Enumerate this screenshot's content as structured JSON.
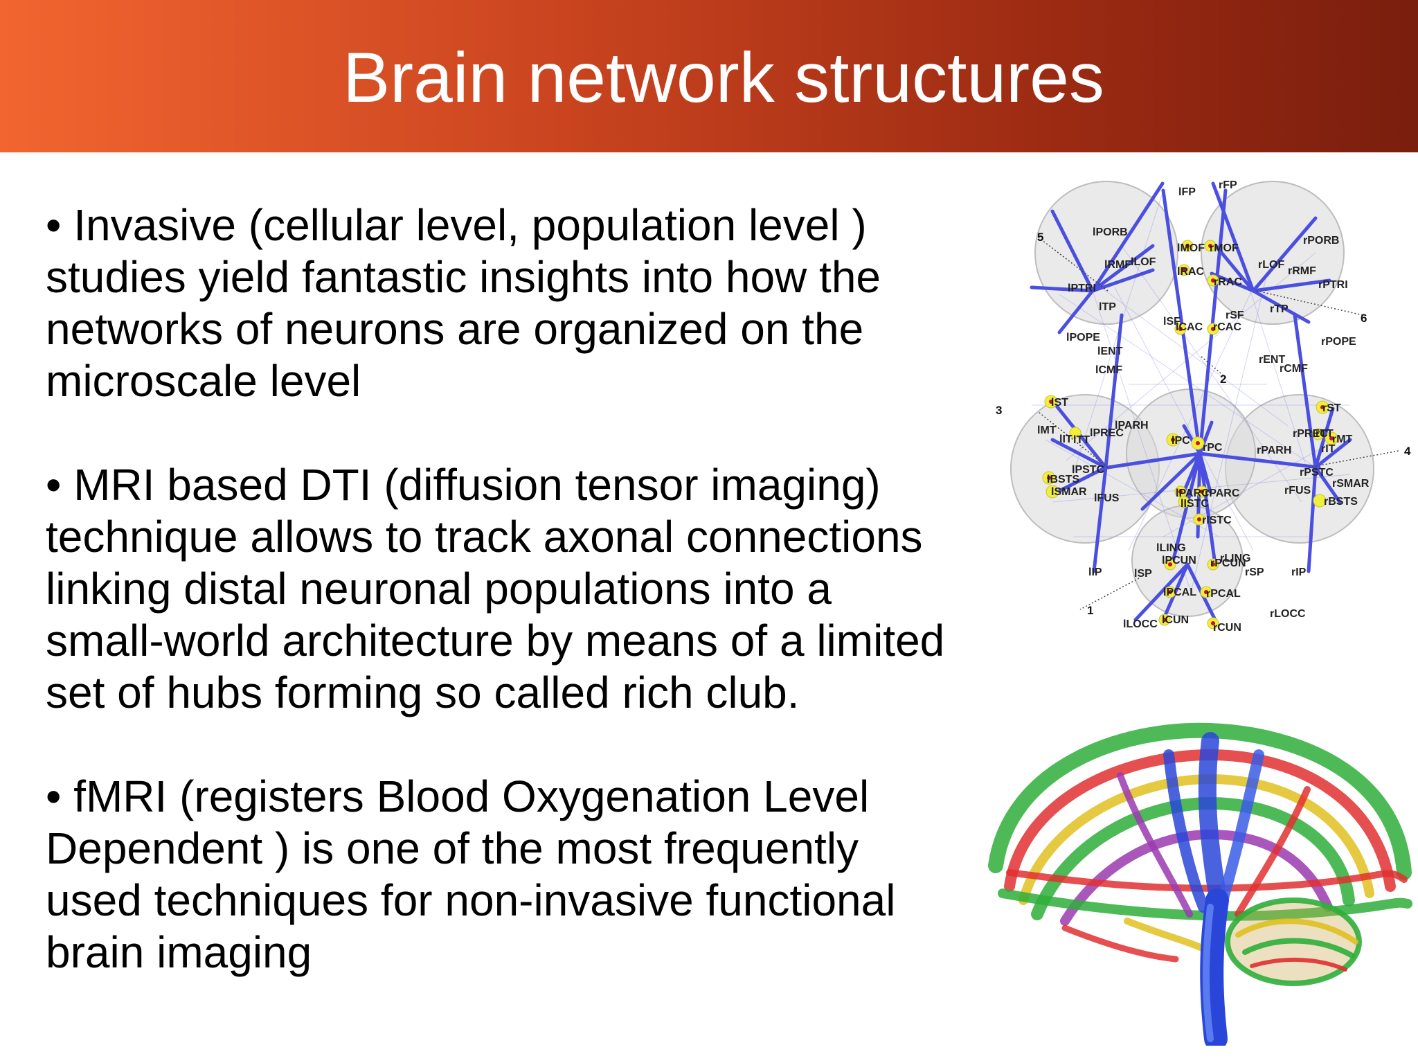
{
  "slide": {
    "title": "Brain network structures",
    "bullets": [
      "• Invasive (cellular level, population level ) studies yield fantastic insights into how the networks of neurons are organized on the microscale level",
      "• MRI based DTI (diffusion tensor imaging) technique allows to track axonal connections linking distal neuronal populations into a small-world architecture by means of a limited set of hubs forming so called rich club.",
      "• fMRI (registers Blood Oxygenation Level Dependent ) is one of the most frequently used techniques for non-invasive functional brain imaging"
    ]
  },
  "network_figure": {
    "module_numbers": [
      "1",
      "2",
      "3",
      "4",
      "5",
      "6"
    ],
    "labels": [
      "lFP",
      "rFP",
      "lPORB",
      "rPORB",
      "lMOF",
      "rMOF",
      "lRMF",
      "lLOF",
      "rLOF",
      "rRMF",
      "lRAC",
      "rRAC",
      "lPTRI",
      "rPTRI",
      "lTP",
      "rTP",
      "lSF",
      "rSF",
      "lCAC",
      "rCAC",
      "lPOPE",
      "rPOPE",
      "lENT",
      "rENT",
      "lCMF",
      "rCMF",
      "lST",
      "rST",
      "lMT",
      "lIT",
      "lTT",
      "lPREC",
      "lPARH",
      "lPC",
      "rPC",
      "rPREC",
      "rTT",
      "rMT",
      "rIT",
      "rPARH",
      "lPSTC",
      "rPSTC",
      "lBSTS",
      "lSMAR",
      "lFUS",
      "lPARC",
      "rPARC",
      "rFUS",
      "rSMAR",
      "rBSTS",
      "lISTC",
      "rISTC",
      "lLING",
      "lPCUN",
      "rPCUN",
      "rLING",
      "lIP",
      "lSP",
      "rSP",
      "rIP",
      "lPCAL",
      "rPCAL",
      "lLOCC",
      "lCUN",
      "rCUN",
      "rLOCC"
    ],
    "colors": {
      "node_fill": "#f2ef3a",
      "node_core": "#c8102e",
      "edge": "#4b4fe0",
      "module_fill": "#d9d9d9"
    }
  },
  "tract_figure": {
    "colors": [
      "#e03030",
      "#2fae3a",
      "#2a46d8",
      "#e0c020",
      "#9b3ab0"
    ]
  }
}
